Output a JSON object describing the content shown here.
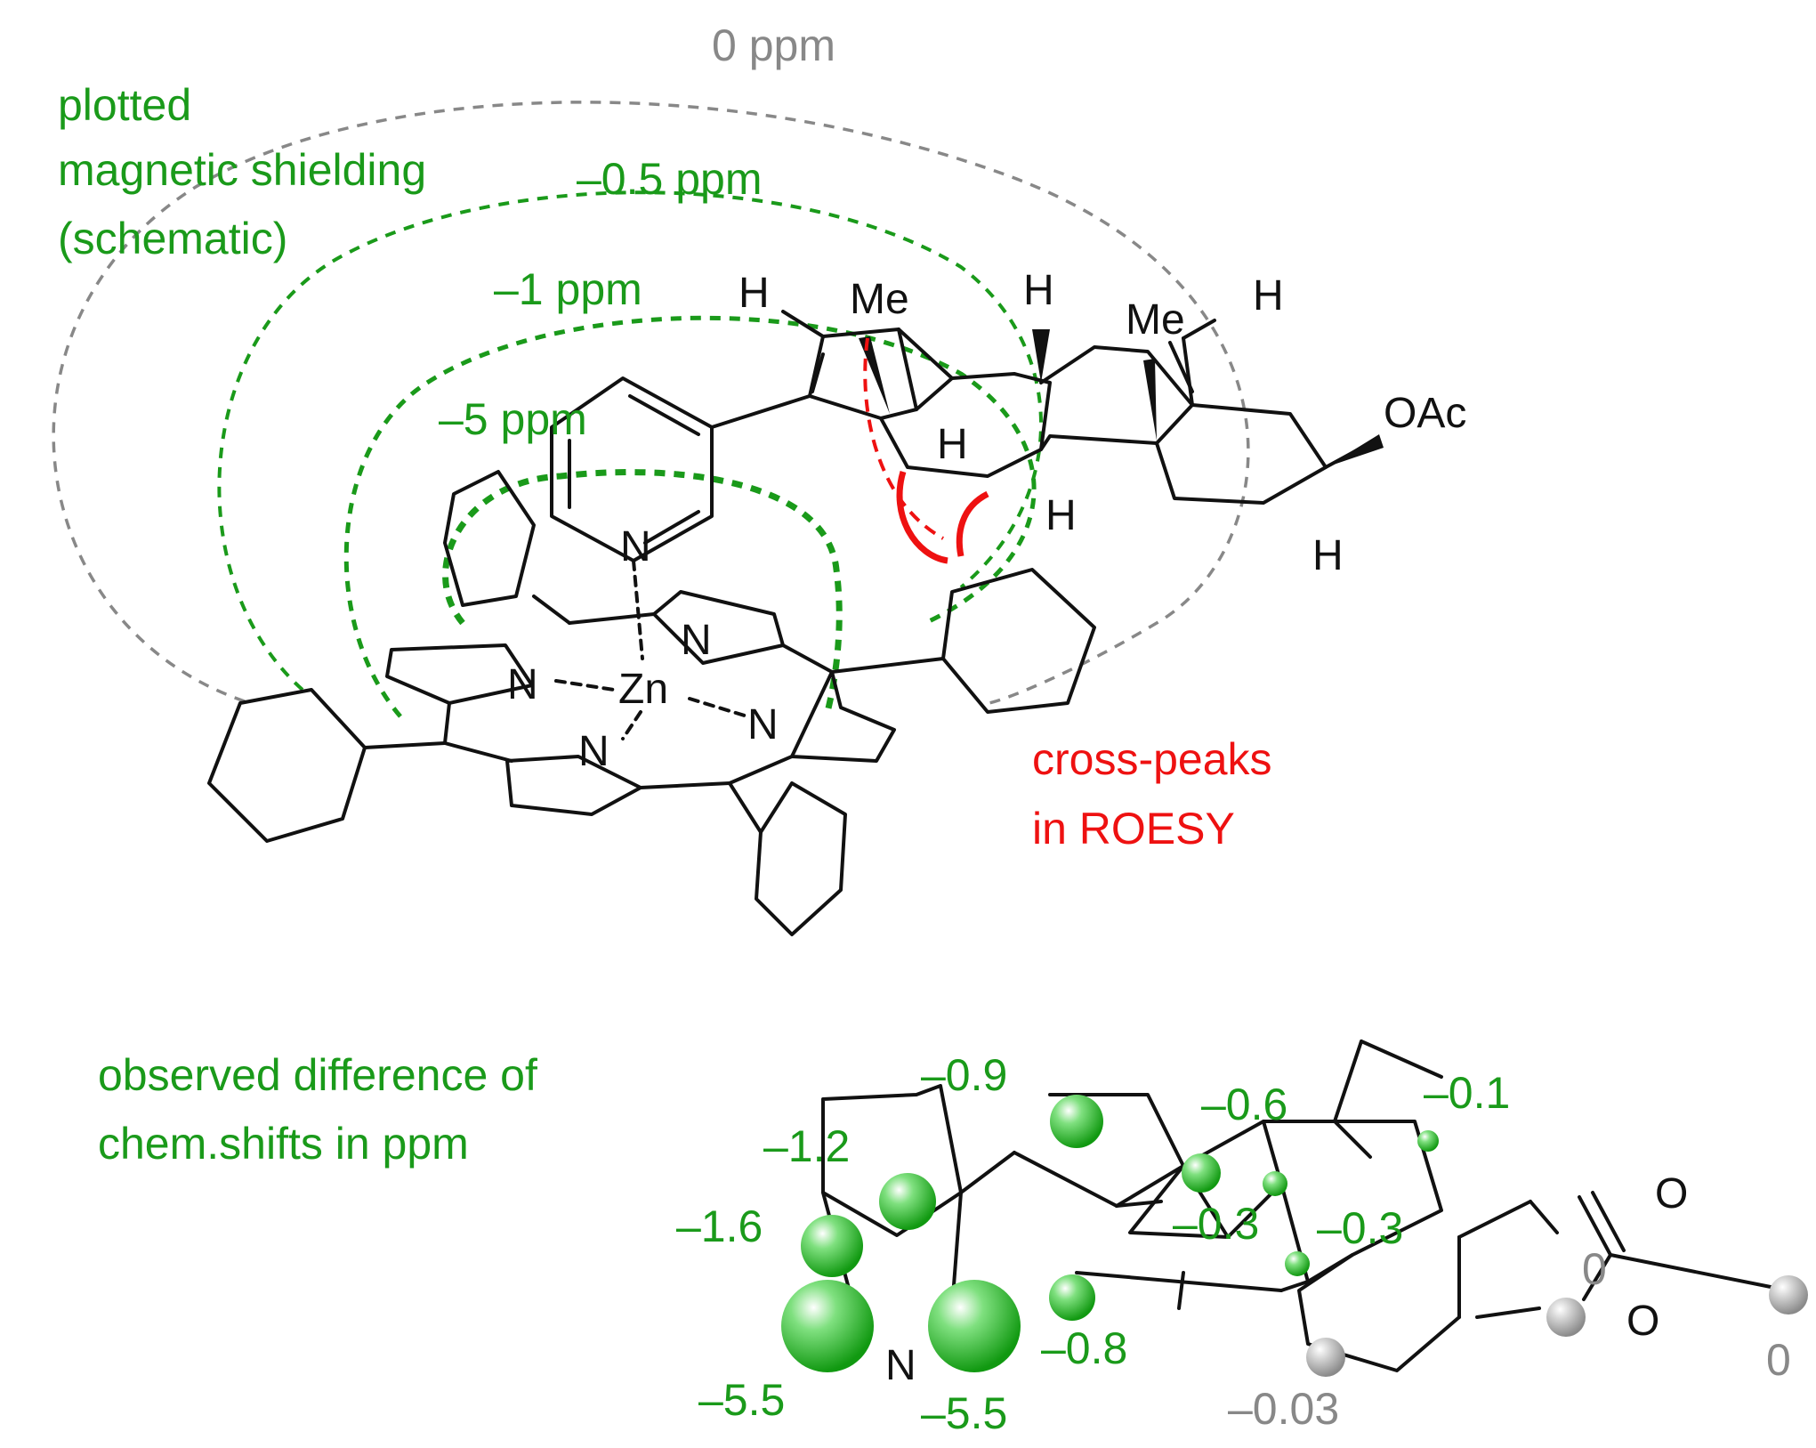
{
  "contours": {
    "zero": "0 ppm",
    "half": "–0.5 ppm",
    "one": "–1 ppm",
    "five": "–5 ppm"
  },
  "legend_top": {
    "line1": "plotted",
    "line2": "magnetic shielding",
    "line3": "(schematic)"
  },
  "legend_bottom": {
    "line1": "observed difference of",
    "line2": "chem.shifts in ppm"
  },
  "roesy": {
    "line1": "cross-peaks",
    "line2": "in ROESY"
  },
  "atoms": {
    "H_a": "H",
    "Me_a": "Me",
    "H_b": "H",
    "Me_b": "Me",
    "H_c": "H",
    "OAc": "OAc",
    "H_d": "H",
    "H_e": "H",
    "H_f": "H",
    "N_py": "N",
    "Zn": "Zn",
    "N1": "N",
    "N2": "N",
    "N3": "N",
    "N4": "N",
    "N_bottom": "N",
    "O_top": "O",
    "O_ester": "O"
  },
  "shifts": [
    {
      "id": "s1",
      "value": "–0.9"
    },
    {
      "id": "s2",
      "value": "–0.6"
    },
    {
      "id": "s3",
      "value": "–0.1"
    },
    {
      "id": "s4",
      "value": "–1.2"
    },
    {
      "id": "s5",
      "value": "–1.6"
    },
    {
      "id": "s6",
      "value": "–0.3"
    },
    {
      "id": "s7",
      "value": "–0.3"
    },
    {
      "id": "s8",
      "value": "0"
    },
    {
      "id": "s9",
      "value": "–0.8"
    },
    {
      "id": "s10",
      "value": "–5.5"
    },
    {
      "id": "s11",
      "value": "–5.5"
    },
    {
      "id": "s12",
      "value": "–0.03"
    },
    {
      "id": "s13",
      "value": "0"
    }
  ],
  "colors": {
    "green": "#1a9a1a",
    "grey": "#888888",
    "red": "#ee1111",
    "black": "#111111"
  }
}
